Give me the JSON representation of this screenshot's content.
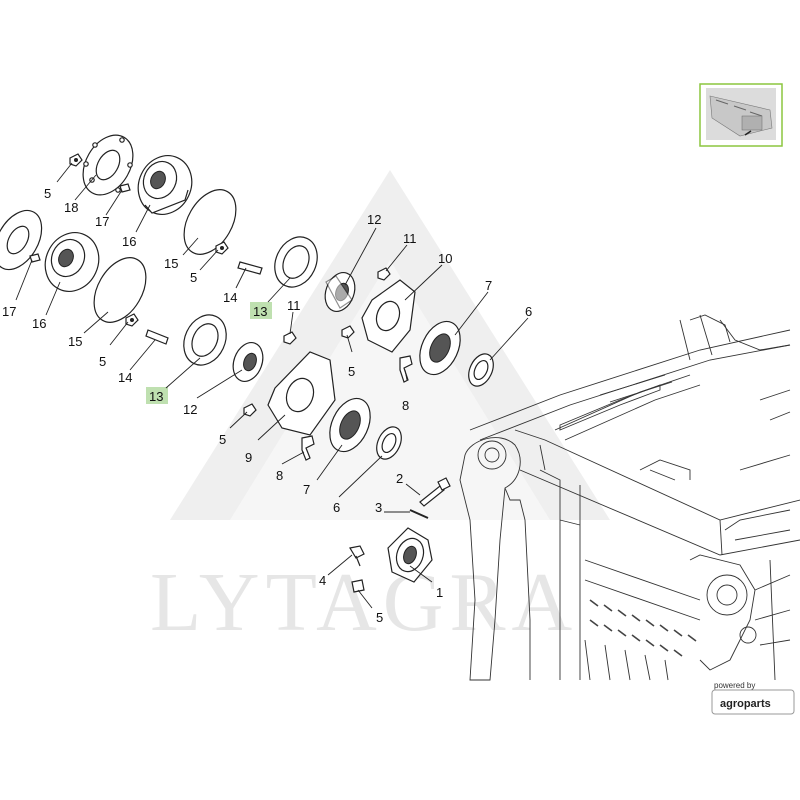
{
  "watermark": "LYTAGRA",
  "badge": {
    "small": "powered by",
    "brand": "agroparts"
  },
  "callouts": [
    {
      "id": "c1",
      "text": "5"
    },
    {
      "id": "c2",
      "text": "18"
    },
    {
      "id": "c3",
      "text": "17"
    },
    {
      "id": "c4",
      "text": "16"
    },
    {
      "id": "c5",
      "text": "15"
    },
    {
      "id": "c6",
      "text": "17"
    },
    {
      "id": "c7",
      "text": "16"
    },
    {
      "id": "c8",
      "text": "15"
    },
    {
      "id": "c9",
      "text": "5"
    },
    {
      "id": "c10",
      "text": "14"
    },
    {
      "id": "c11",
      "text": "5"
    },
    {
      "id": "c12",
      "text": "14"
    },
    {
      "id": "c13",
      "text": "13"
    },
    {
      "id": "c14",
      "text": "13"
    },
    {
      "id": "c15",
      "text": "12"
    },
    {
      "id": "c16",
      "text": "11"
    },
    {
      "id": "c17",
      "text": "11"
    },
    {
      "id": "c18",
      "text": "10"
    },
    {
      "id": "c19",
      "text": "7"
    },
    {
      "id": "c20",
      "text": "6"
    },
    {
      "id": "c21",
      "text": "12"
    },
    {
      "id": "c22",
      "text": "5"
    },
    {
      "id": "c23",
      "text": "8"
    },
    {
      "id": "c24",
      "text": "5"
    },
    {
      "id": "c25",
      "text": "9"
    },
    {
      "id": "c26",
      "text": "8"
    },
    {
      "id": "c27",
      "text": "7"
    },
    {
      "id": "c28",
      "text": "6"
    },
    {
      "id": "c29",
      "text": "2"
    },
    {
      "id": "c30",
      "text": "3"
    },
    {
      "id": "c31",
      "text": "4"
    },
    {
      "id": "c32",
      "text": "1"
    },
    {
      "id": "c33",
      "text": "5"
    }
  ],
  "highlight_color": "#bfe0b0"
}
